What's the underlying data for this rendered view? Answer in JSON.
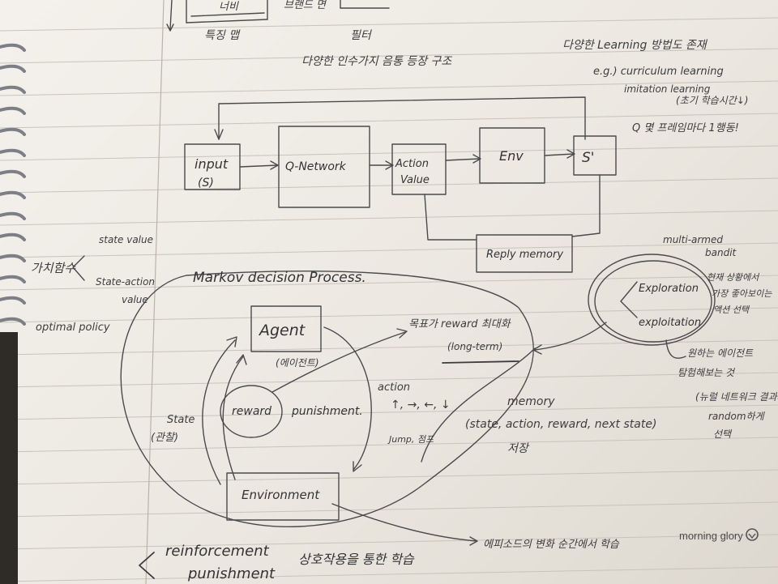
{
  "top": {
    "width_label": "너비",
    "brand_text": "브랜드\n면",
    "map_label": "특징 맵",
    "filter_label": "필터"
  },
  "notes_top": {
    "line1": "다양한 인수가지 음통 등장 구조",
    "right1": "다양한 Learning 방법도 존재",
    "right2": "e.g.) curriculum learning",
    "right3": "imitation learning",
    "right4": "(초기 학습시간↓)",
    "right5": "Q 몇 프레임마다 1행동!"
  },
  "dqn": {
    "input_label": "input",
    "input_sub": "(S)",
    "qnet_label": "Q-Network",
    "action_value_1": "Action",
    "action_value_2": "Value",
    "env_label": "Env",
    "next_state_label": "S'",
    "replay_label": "Reply memory"
  },
  "left_notes": {
    "state_value": "state value",
    "value_fn": "가치함수",
    "state_action": "State-action",
    "state_action_2": "value",
    "optimal_policy": "optimal policy"
  },
  "mdp": {
    "title": "Markov decision Process.",
    "agent": "Agent",
    "agent_sub": "(에이전트)",
    "goal": "목표가 reward 최대화",
    "goal_sub": "(long-term)",
    "reward": "reward",
    "punishment": "punishment.",
    "state": "State",
    "state_sub": "(관찰)",
    "action": "action",
    "arrows": "↑, →, ←, ↓",
    "jump": "Jump, 점프",
    "environment": "Environment",
    "memory": "memory",
    "memory_tuple": "(state, action, reward, next state)",
    "store": "저장",
    "bottom_note": "에피소드의 변화 순간에서 학습"
  },
  "bandit": {
    "title": "multi-armed",
    "title_2": "bandit",
    "exploration": "Exploration",
    "exploitation": "exploitation",
    "note1": "현재 상황에서",
    "note2": "가장 좋아보이는",
    "note3": "액션 선택",
    "note4": "원하는 에이전트",
    "note5": "탐험해보는 것",
    "note6": "(뉴럴 네트워크 결과와",
    "note7": "random하게",
    "note8": "선택"
  },
  "bottom": {
    "reinforcement": "reinforcement",
    "punishment": "punishment",
    "interaction": "상호작용을 통한 학습",
    "brand": "morning glory"
  }
}
